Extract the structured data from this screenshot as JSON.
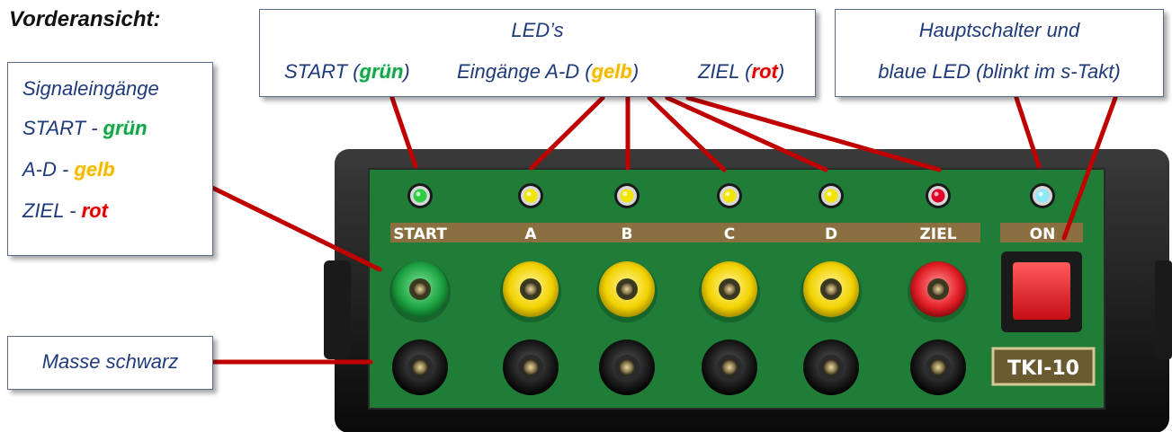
{
  "title": "Vorderansicht:",
  "callouts": {
    "led": {
      "heading": "LED’s",
      "start_prefix": "START (",
      "start_color": "grün",
      "start_suffix": ")",
      "inputs_prefix": "Eingänge A-D (",
      "inputs_color": "gelb",
      "inputs_suffix": ")",
      "ziel_prefix": "ZIEL (",
      "ziel_color": "rot",
      "ziel_suffix": ")"
    },
    "power": {
      "line1": "Hauptschalter und",
      "line2": "blaue LED (blinkt im s-Takt)"
    },
    "signal": {
      "heading": "Signaleingänge",
      "start_prefix": "START - ",
      "start_color": "grün",
      "ad_prefix": "A-D - ",
      "ad_color": "gelb",
      "ziel_prefix": "ZIEL - ",
      "ziel_color": "rot"
    },
    "ground": {
      "label": "Masse schwarz"
    }
  },
  "device": {
    "channel_labels": [
      "START",
      "A",
      "B",
      "C",
      "D",
      "ZIEL"
    ],
    "power_label": "ON",
    "model": "TKI-10",
    "led_colors": [
      "#2ecc40",
      "#f2e600",
      "#f2e600",
      "#f2e600",
      "#f2e600",
      "#e0002a",
      "#8fe8f5"
    ],
    "socket_colors": [
      "#22b14c",
      "#f5d800",
      "#f5d800",
      "#f5d800",
      "#f5d800",
      "#e8232a"
    ],
    "colors": {
      "panel": "#1a7a35",
      "label_strip": "#8a7040",
      "connector": "#c00000",
      "callout_text": "#1f3a7a",
      "button": "#e3262b"
    }
  }
}
